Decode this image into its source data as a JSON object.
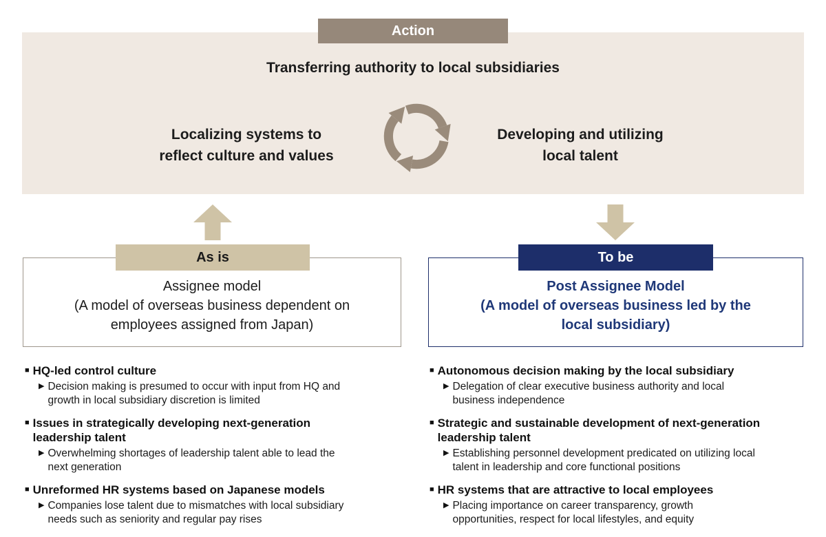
{
  "colors": {
    "taupe": "#96887A",
    "beige": "#F0E9E2",
    "tan": "#CFC3A6",
    "navy": "#1D2E6A",
    "navytext": "#1F3878",
    "grayline": "#9E968B",
    "icon": "#9A8B7B"
  },
  "icons": {
    "cycle": "cycle-arrows",
    "as_is_arrow": "arrow-up",
    "to_be_arrow": "arrow-down"
  },
  "markers": {
    "heading_bullet": "■",
    "detail_bullet": "▶"
  },
  "action_section": {
    "badge": "Action",
    "headline": "Transferring authority to local subsidiaries",
    "left_item": "Localizing systems to\nreflect culture and values",
    "right_item": "Developing and utilizing\nlocal talent"
  },
  "as_is": {
    "label": "As is",
    "model": "Assignee model\n(A model of overseas business dependent on\nemployees assigned from Japan)",
    "items": [
      {
        "heading": "HQ-led control culture",
        "detail": "Decision making is presumed to occur with input from HQ and\ngrowth in local subsidiary discretion is limited"
      },
      {
        "heading": "Issues in strategically developing next-generation\nleadership talent",
        "detail": "Overwhelming shortages of leadership talent able to lead the\nnext generation"
      },
      {
        "heading": "Unreformed HR systems based on Japanese models",
        "detail": "Companies lose talent due to mismatches with local subsidiary\nneeds such as seniority and regular pay rises"
      }
    ]
  },
  "to_be": {
    "label": "To be",
    "model": "Post Assignee Model\n(A model of overseas business led by the\nlocal subsidiary)",
    "items": [
      {
        "heading": "Autonomous decision making by the local subsidiary",
        "detail": "Delegation of clear executive business authority and local\nbusiness independence"
      },
      {
        "heading": "Strategic and sustainable development of next-generation\nleadership talent",
        "detail": "Establishing personnel development predicated on utilizing local\ntalent in leadership and core functional positions"
      },
      {
        "heading": "HR systems that are attractive to local employees",
        "detail": "Placing importance on career transparency, growth\nopportunities, respect for local lifestyles, and equity"
      }
    ]
  }
}
